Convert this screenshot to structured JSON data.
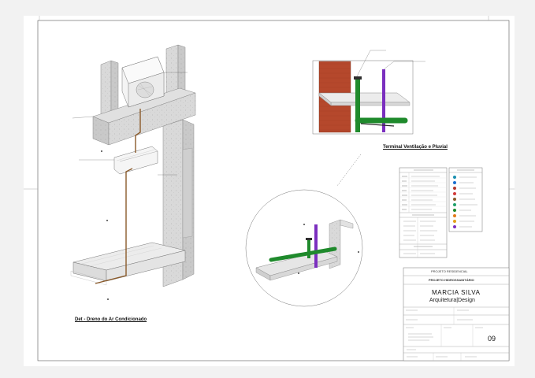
{
  "captions": {
    "left_view": "Det - Dreno do Ar Condicionado",
    "top_view": "Terminal Ventilação e Pluvial"
  },
  "title_block": {
    "project_type": "PROJETO RESIDENCIAL",
    "project_name": "PROJETO HIDROSSANITÁRIO",
    "designer": "MARCIA SILVA",
    "company": "Arquitetura|Design",
    "sheet_number": "09"
  }
}
